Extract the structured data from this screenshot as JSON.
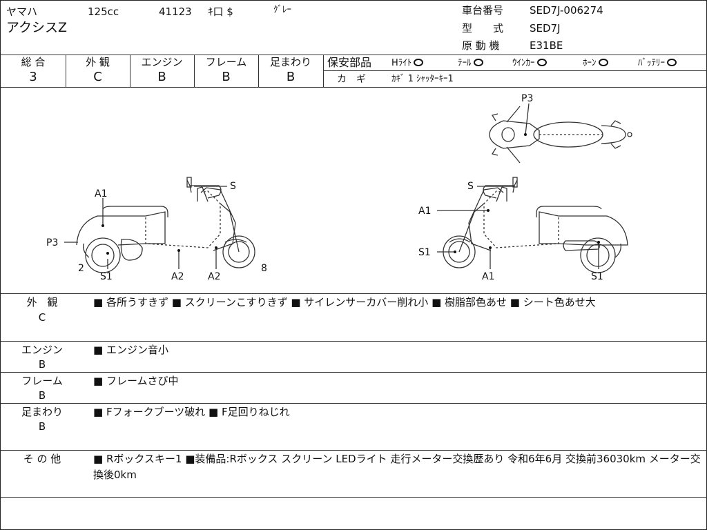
{
  "header": {
    "maker": "ヤマハ",
    "displacement": "125cc",
    "number": "41123",
    "symbols": "ｷ口 $",
    "color": "ｸﾞﾚｰ",
    "model_name": "アクシスZ",
    "frame_label": "車台番号",
    "frame_value": "SED7J-006274",
    "type_label": "型　　式",
    "type_value": "SED7J",
    "engine_label": "原 動 機",
    "engine_value": "E31BE"
  },
  "grades": [
    {
      "label": "総 合",
      "value": "3"
    },
    {
      "label": "外 観",
      "value": "C"
    },
    {
      "label": "エンジン",
      "value": "B"
    },
    {
      "label": "フレーム",
      "value": "B"
    },
    {
      "label": "足まわり",
      "value": "B"
    }
  ],
  "safety": {
    "label": "保安部品",
    "items": [
      {
        "name": "Hﾗｲﾄ",
        "status": "○"
      },
      {
        "name": "ﾃｰﾙ",
        "status": "○"
      },
      {
        "name": "ｳｲﾝｶｰ",
        "status": "○"
      },
      {
        "name": "ﾎｰﾝ",
        "status": "○"
      },
      {
        "name": "ﾊﾞｯﾃﾘｰ",
        "status": "○"
      }
    ],
    "key_label": "カ　ギ",
    "key_value": "ｶｷﾞ 1 ｼｬｯﾀｰｷｰ1"
  },
  "diagram_labels": {
    "top": "P3",
    "left": [
      "A1",
      "P3",
      "2",
      "S1",
      "A2",
      "A2",
      "8",
      "S"
    ],
    "right": [
      "S",
      "A1",
      "S1",
      "A1",
      "S1"
    ]
  },
  "details": [
    {
      "label": "外　観",
      "grade": "C",
      "text": "■ 各所うすきず ■ スクリーンこすりきず ■ サイレンサーカバー削れ小 ■ 樹脂部色あせ ■ シート色あせ大"
    },
    {
      "label": "エンジン",
      "grade": "B",
      "text": "■ エンジン音小"
    },
    {
      "label": "フレーム",
      "grade": "B",
      "text": "■ フレームさび中"
    },
    {
      "label": "足まわり",
      "grade": "B",
      "text": "■ Fフォークブーツ破れ ■ F足回りねじれ"
    },
    {
      "label": "そ の 他",
      "grade": "",
      "text": "■ Rボックスキー1 ■装備品:Rボックス スクリーン LEDライト 走行メーター交換歴あり 令和6年6月 交換前36030km メーター交換後0km"
    }
  ],
  "colors": {
    "line": "#333333",
    "ink": "#111111",
    "background": "#ffffff"
  }
}
